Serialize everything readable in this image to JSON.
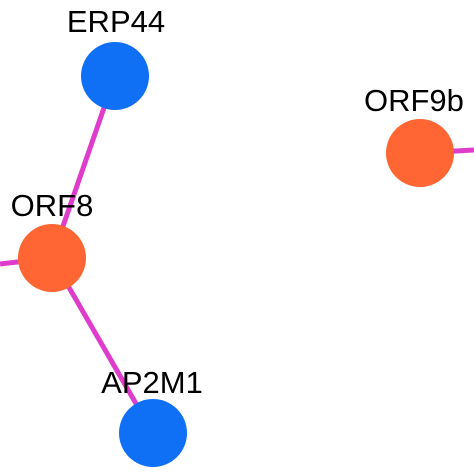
{
  "colors": {
    "viral_protein": "#ff6633",
    "host_protein": "#0f6ff5",
    "interaction_edge": "#e03ccb"
  },
  "nodes": {
    "erp44": {
      "label": "ERP44",
      "kind": "host_protein"
    },
    "orf8": {
      "label": "ORF8",
      "kind": "viral_protein"
    },
    "ap2m1": {
      "label": "AP2M1",
      "kind": "host_protein"
    },
    "orf9b": {
      "label": "ORF9b",
      "kind": "viral_protein"
    }
  },
  "edges": [
    {
      "from": "orf8",
      "to": "erp44"
    },
    {
      "from": "orf8",
      "to": "ap2m1"
    },
    {
      "from": "orf8",
      "to": "offscreen-left"
    },
    {
      "from": "orf9b",
      "to": "offscreen-right"
    }
  ]
}
